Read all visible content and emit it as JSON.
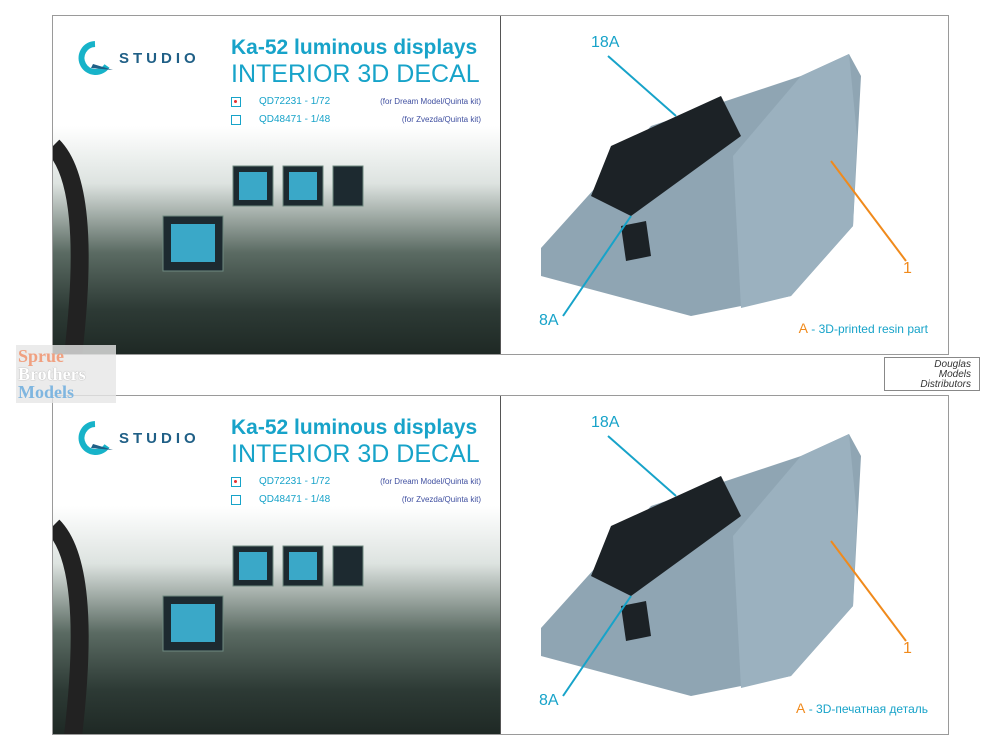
{
  "brand": {
    "logo_text": "STUDIO"
  },
  "title_line1": "Ka-52 luminous displays",
  "title_line2": "INTERIOR 3D DECAL",
  "options": [
    {
      "code": "QD72231 - 1/72",
      "note": "(for Dream Model/Quinta kit)",
      "selected": true
    },
    {
      "code": "QD48471 - 1/48",
      "note": "(for Zvezda/Quinta kit)",
      "selected": false
    }
  ],
  "callouts": {
    "top": "18A",
    "bottom": "8A",
    "part": "1"
  },
  "legend_letter": "A",
  "legend_en": "- 3D-printed resin part",
  "legend_ru": "- 3D-печатная деталь",
  "watermarks": {
    "left": [
      "Sprue",
      "Brothers",
      "Models"
    ],
    "right": [
      "Douglas",
      "Models",
      "Distributors"
    ]
  },
  "colors": {
    "accent": "#17a3c9",
    "orange": "#f08a1c",
    "resin": "#8fa5b3"
  }
}
